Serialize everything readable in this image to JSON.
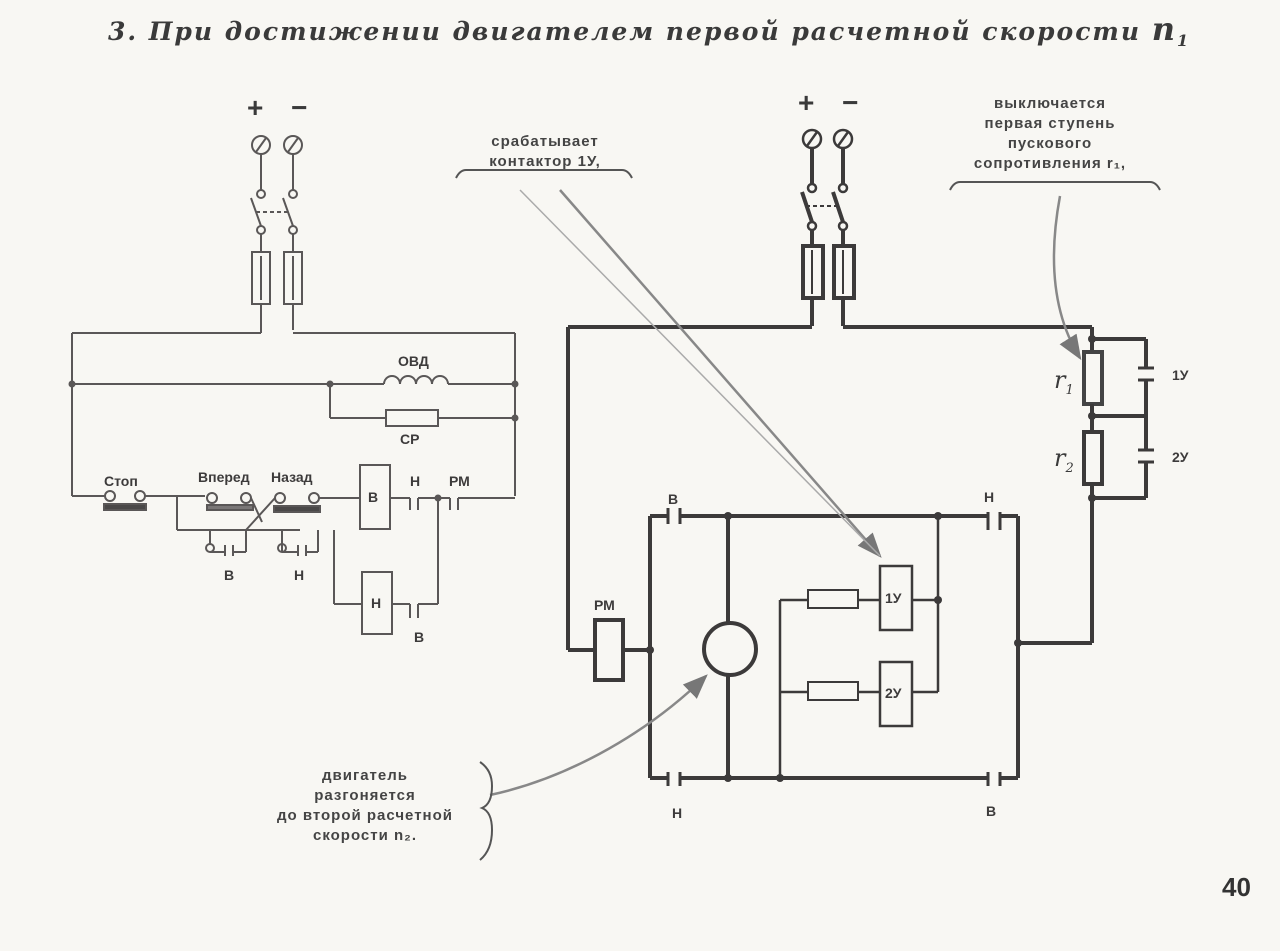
{
  "title": {
    "prefix": "3. При достижении двигателем первой расчетной скорости ",
    "n": "n",
    "sub": "1"
  },
  "left": {
    "plus_minus": "+ −",
    "ovd": "ОВД",
    "sr": "СР",
    "stop": "Стоп",
    "vpered": "Вперед",
    "nazad": "Назад",
    "b_coil": "В",
    "h_coil": "Н",
    "h_contact": "Н",
    "pm_contact": "РМ",
    "b_bottom1": "В",
    "h_bottom": "Н",
    "b_bottom2": "В"
  },
  "right": {
    "plus_minus": "+ −",
    "pm": "РМ",
    "b_top": "В",
    "h_top": "Н",
    "h_bottom": "Н",
    "b_bottom": "В",
    "coil_1y": "1У",
    "coil_2y": "2У",
    "contact_1y": "1У",
    "contact_2y": "2У",
    "r1": {
      "main": "r",
      "sub": "1"
    },
    "r2": {
      "main": "r",
      "sub": "2"
    }
  },
  "callouts": {
    "contactor": [
      "срабатывает",
      "контактор 1У,"
    ],
    "resistance": [
      "выключается",
      "первая ступень",
      "пускового",
      "сопротивления r₁,"
    ],
    "motor": [
      "двигатель",
      "разгоняется",
      "до второй расчетной",
      "скорости n₂."
    ]
  },
  "page_number": "40"
}
